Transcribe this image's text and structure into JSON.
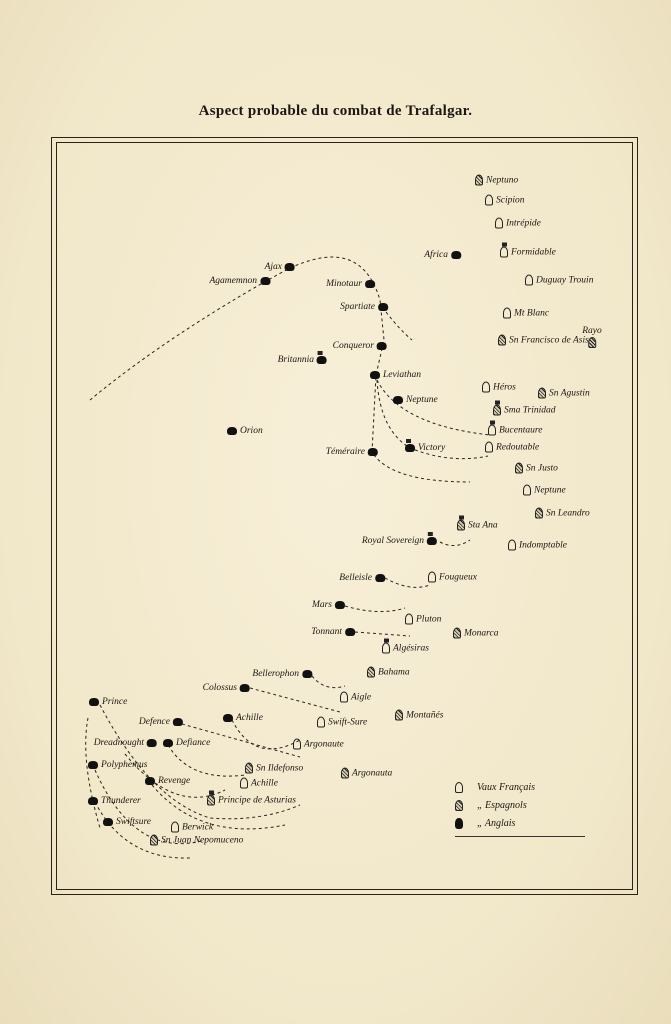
{
  "title": "Aspect probable du combat de Trafalgar.",
  "ships": {
    "french": [
      "Scipion",
      "Intrépide",
      "Formidable",
      "Duguay Trouin",
      "Mt Blanc",
      "Héros",
      "Bucentaure",
      "Redoutable",
      "Neptune",
      "Indomptable",
      "Fougueux",
      "Pluton",
      "Algésiras",
      "Aigle",
      "Swift-Sure",
      "Argonaute",
      "Achille",
      "Berwick"
    ],
    "spanish": [
      "Neptuno",
      "Sn Francisco de Asis",
      "Rayo",
      "Sn Agustin",
      "Sma Trinidad",
      "Sn Justo",
      "Sn Leandro",
      "Sta Ana",
      "Monarca",
      "Bahama",
      "Montañés",
      "Sn Ildefonso",
      "Argonauta",
      "Principe de Asturias",
      "Sn Juan Nepomuceno"
    ],
    "english": [
      "Africa",
      "Ajax",
      "Agamemnon",
      "Minotaur",
      "Spartiate",
      "Conqueror",
      "Britannia",
      "Leviathan",
      "Neptune",
      "Orion",
      "Victory",
      "Téméraire",
      "Royal Sovereign",
      "Belleisle",
      "Mars",
      "Tonnant",
      "Bellerophon",
      "Colossus",
      "Prince",
      "Achille",
      "Defence",
      "Dreadnought",
      "Defiance",
      "Polyphemus",
      "Revenge",
      "Thunderer",
      "Swiftsure"
    ]
  },
  "legend": {
    "french": "Vaux Français",
    "spanish": "„  Espagnols",
    "english": "„  Anglais"
  },
  "colors": {
    "paper": "#f3ead0",
    "ink": "#1c1712"
  }
}
